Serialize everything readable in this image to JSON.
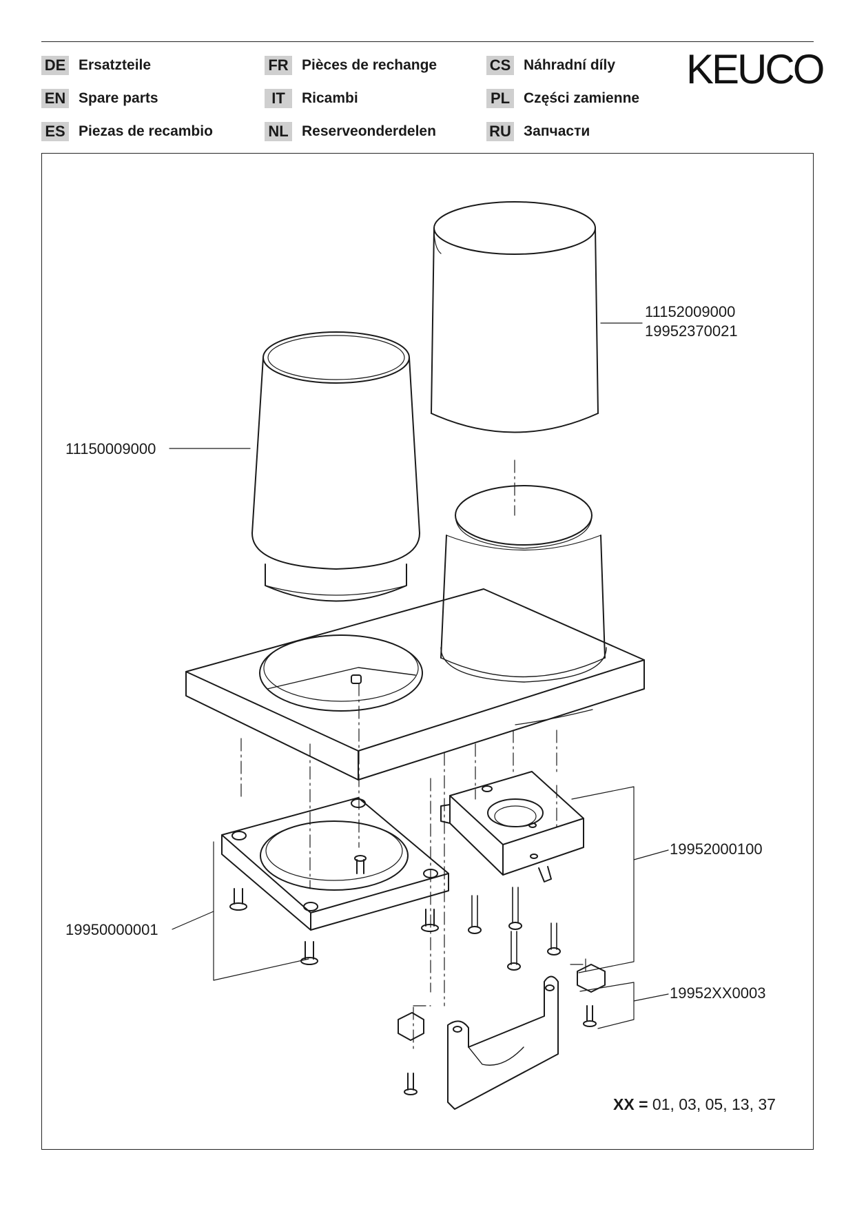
{
  "header": {
    "brand": "KEUCO",
    "languages": [
      {
        "code": "DE",
        "label": "Ersatzteile"
      },
      {
        "code": "EN",
        "label": "Spare parts"
      },
      {
        "code": "ES",
        "label": "Piezas de recambio"
      },
      {
        "code": "FR",
        "label": "Pièces de rechange"
      },
      {
        "code": "IT",
        "label": "Ricambi"
      },
      {
        "code": "NL",
        "label": "Reserveonderdelen"
      },
      {
        "code": "CS",
        "label": "Náhradní díly"
      },
      {
        "code": "PL",
        "label": "Części zamienne"
      },
      {
        "code": "RU",
        "label": "Запчасти"
      }
    ]
  },
  "parts": {
    "tumbler_left": "11150009000",
    "tumbler_right_1": "11152009000",
    "tumbler_right_2": "19952370021",
    "holder_plate": "19950000001",
    "insert_mount": "19952000100",
    "clamp_set": "19952XX0003"
  },
  "note": {
    "key": "XX",
    "sep": " =",
    "values": " 01, 03, 05, 13, 37"
  }
}
